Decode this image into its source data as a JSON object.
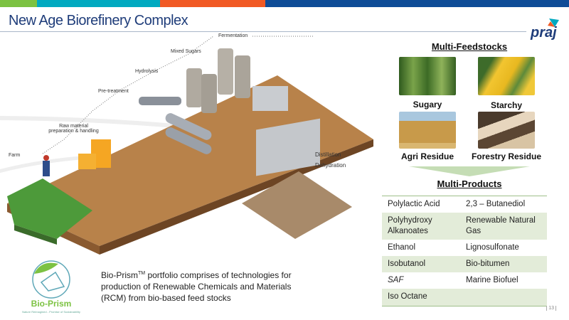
{
  "header": {
    "title": "New Age Biorefinery Complex",
    "brand_logo": "praj",
    "bar_colors": [
      "#7cc242",
      "#00a9c0",
      "#f15a24",
      "#0f4c97"
    ]
  },
  "process_labels": {
    "fermentation": "Fermentation",
    "mixed_sugars": "Mixed Sugars",
    "hydrolysis": "Hydrolysis",
    "pre_treatment": "Pre-treatment",
    "raw_material_1": "Raw material",
    "raw_material_2": "preparation & handling",
    "farm": "Farm",
    "distillation": "Distillation",
    "dehydration": "Dehydration"
  },
  "feedstocks": {
    "heading": "Multi-Feedstocks",
    "items": [
      {
        "label": "Sugary"
      },
      {
        "label": "Starchy"
      },
      {
        "label": "Agri Residue"
      },
      {
        "label": "Forestry Residue"
      }
    ]
  },
  "products": {
    "heading": "Multi-Products",
    "rows": [
      [
        "Polylactic Acid",
        "2,3 – Butanediol"
      ],
      [
        "Polyhydroxy Alkanoates",
        "Renewable Natural Gas"
      ],
      [
        "Ethanol",
        "Lignosulfonate"
      ],
      [
        "Isobutanol",
        "Bio-bitumen"
      ],
      [
        "SAF",
        "Marine Biofuel"
      ],
      [
        "Iso Octane",
        ""
      ]
    ]
  },
  "bioprism": {
    "name": "Bio-Prism",
    "tagline": "Nature Reimagined - Promise of Sustainability",
    "desc_prefix": "Bio-Prism",
    "desc_sup": "TM",
    "desc_rest": " portfolio comprises of technologies for production of Renewable Chemicals and Materials (RCM) from bio-based feed stocks"
  },
  "page_number": "13"
}
